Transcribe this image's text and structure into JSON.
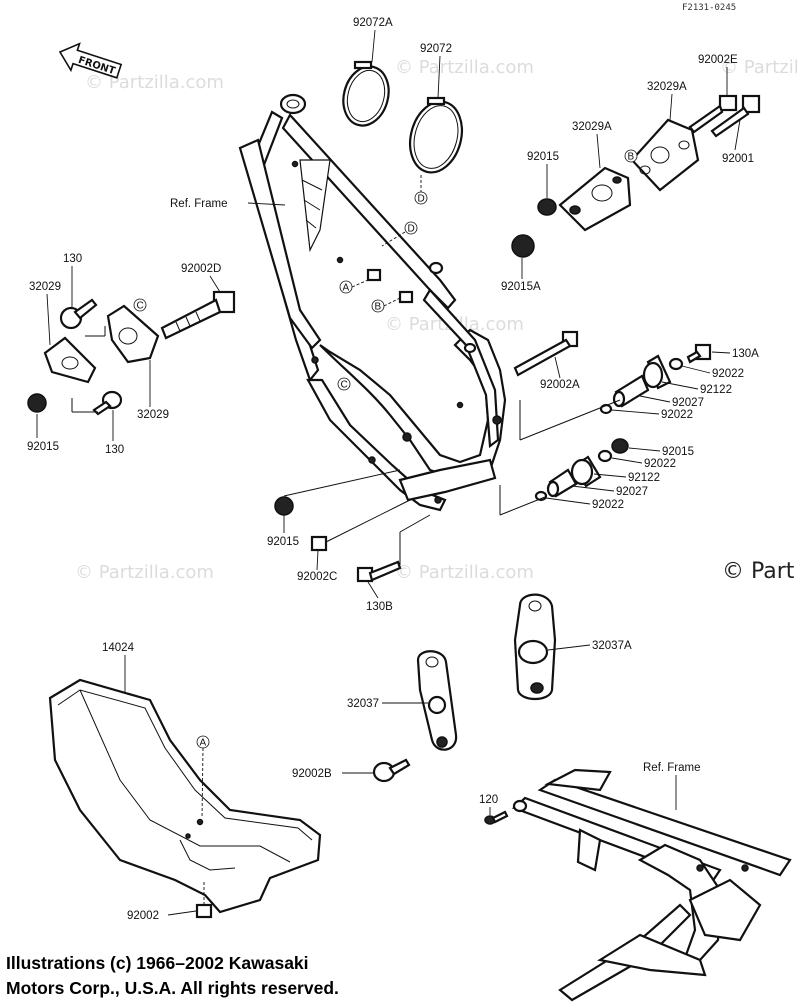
{
  "header": {
    "figure_code": "F2131-0245",
    "front_label": "FRONT"
  },
  "watermarks": [
    "© Partzilla.com",
    "© Partzilla.com",
    "© Partzilla.com",
    "© Partzilla.com",
    "© Partzilla.com",
    "© Partzilla.com",
    "© Part"
  ],
  "callouts": {
    "c92072A": "92072A",
    "c92072": "92072",
    "c92002E": "92002E",
    "c32029A_top": "32029A",
    "c32029A_mid": "32029A",
    "c92015_top": "92015",
    "c92001": "92001",
    "c92015A": "92015A",
    "refframe_top": "Ref. Frame",
    "c130_left": "130",
    "c32029_upper": "32029",
    "c92002D": "92002D",
    "c32029_lower": "32029",
    "c92015_left": "92015",
    "c130_lower": "130",
    "c130A": "130A",
    "c92022_a": "92022",
    "c92122_a": "92122",
    "c92027_a": "92027",
    "c92022_b": "92022",
    "c92002A": "92002A",
    "c92015_right": "92015",
    "c92022_c": "92022",
    "c92122_b": "92122",
    "c92027_b": "92027",
    "c92022_d": "92022",
    "c92015_bottom": "92015",
    "c92002C": "92002C",
    "c130B": "130B",
    "c14024": "14024",
    "c32037A": "32037A",
    "c32037": "32037",
    "c92002B": "92002B",
    "refframe_bottom": "Ref. Frame",
    "c120": "120",
    "c92002": "92002"
  },
  "markers": {
    "A": "A",
    "B": "B",
    "C": "C",
    "D": "D"
  },
  "copyright": {
    "line1": "Illustrations (c) 1966–2002 Kawasaki",
    "line2": "Motors Corp., U.S.A.  All rights reserved."
  }
}
